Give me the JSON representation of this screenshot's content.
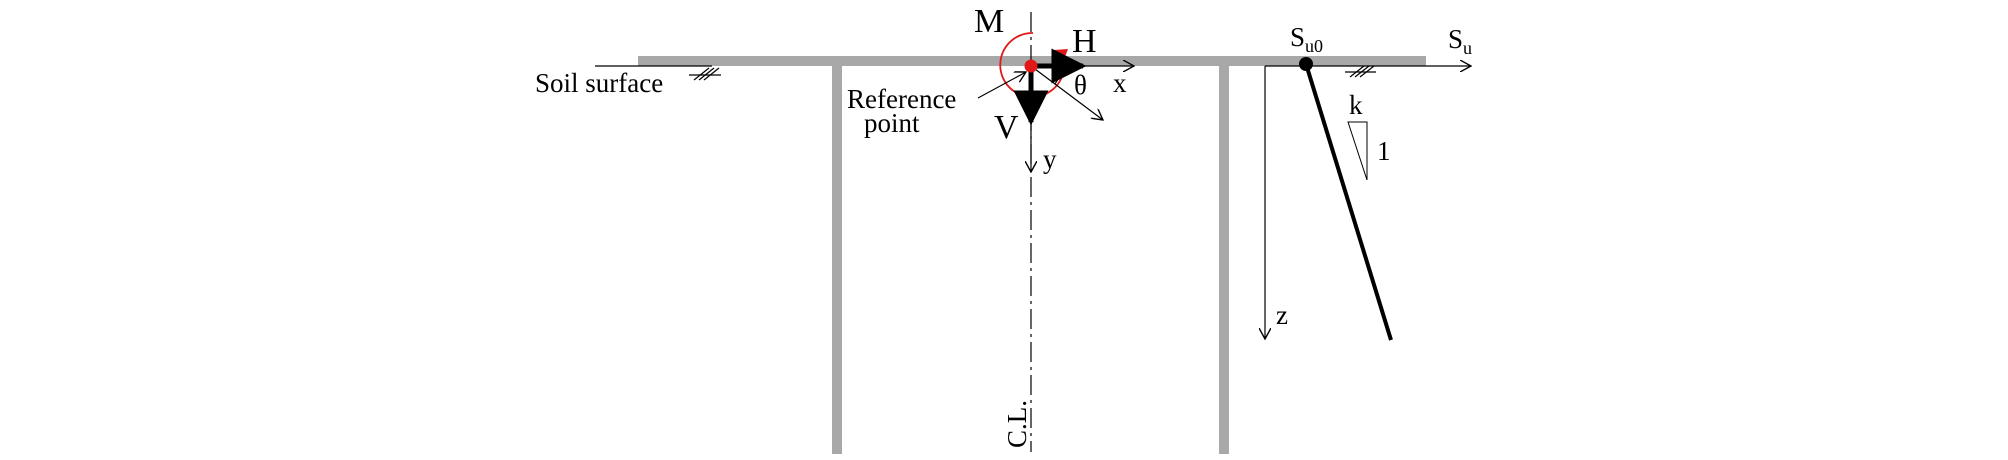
{
  "labels": {
    "moment": "M",
    "horizontal_load": "H",
    "vertical_load": "V",
    "x_axis": "x",
    "y_axis": "y",
    "rotation": "θ",
    "soil_surface": "Soil surface",
    "reference_point_line1": "Reference",
    "reference_point_line2": "point",
    "centre_line": "C.L.",
    "su0_main": "S",
    "su0_sub": "u0",
    "su_main": "S",
    "su_sub": "u",
    "depth_axis": "z",
    "gradient_k": "k",
    "gradient_one": "1"
  },
  "colors": {
    "foundation": "#a8a8a8",
    "reference_point": "#e01818",
    "moment_arrow": "#e01818",
    "ink": "#000000"
  }
}
